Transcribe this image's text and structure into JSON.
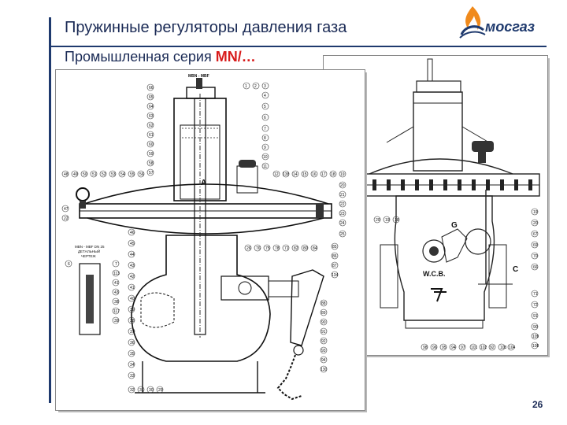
{
  "header": {
    "title": "Пружинные регуляторы давления газа",
    "subtitle_prefix": "Промышленная серия ",
    "subtitle_series": "MN/…"
  },
  "logo": {
    "text": "мосгаз",
    "icon": "flame-icon"
  },
  "page_number": "26",
  "drawing_left": {
    "header_label": "MBN - MBF",
    "section_label": "A",
    "detail_caption": [
      "MBN - MBF DN 25",
      "ДЕТАЛЬНЫЙ",
      "ЧЕРТЕЖ"
    ],
    "callouts_left": [
      "66",
      "65",
      "64",
      "63",
      "62",
      "61",
      "60",
      "59",
      "58",
      "57",
      "56",
      "55",
      "54",
      "53",
      "52",
      "51",
      "50",
      "49",
      "48"
    ],
    "callouts_top_right": [
      "1",
      "2",
      "3",
      "4",
      "5",
      "6",
      "7",
      "8",
      "9",
      "10",
      "11",
      "12",
      "138",
      "14",
      "15",
      "16",
      "17",
      "18",
      "19"
    ],
    "callouts_right": [
      "20",
      "21",
      "22",
      "23",
      "24",
      "25",
      "85",
      "86",
      "87",
      "134",
      "88",
      "89",
      "90",
      "91",
      "92",
      "93",
      "94",
      "130"
    ],
    "callouts_mid_row": [
      "26",
      "76",
      "75",
      "78",
      "71",
      "82",
      "80",
      "84"
    ],
    "callouts_lower_left": [
      "46",
      "45",
      "44",
      "43",
      "42",
      "41",
      "40",
      "39",
      "38",
      "37",
      "36",
      "35",
      "34",
      "33",
      "32"
    ],
    "callouts_bottom": [
      "31",
      "30",
      "29"
    ],
    "callouts_detail": [
      "6",
      "7",
      "113",
      "41",
      "43",
      "38",
      "117",
      "39"
    ],
    "callouts_side": [
      "47",
      "22"
    ]
  },
  "drawing_right": {
    "section_g": "G",
    "section_c": "C",
    "stamp": "W.C.B.",
    "callouts_right": [
      "19",
      "20",
      "67",
      "69",
      "70",
      "66",
      "71",
      "72",
      "91",
      "90",
      "109",
      "108"
    ],
    "callouts_bottom": [
      "98",
      "96",
      "95",
      "94",
      "97",
      "101",
      "102",
      "92",
      "103",
      "104"
    ],
    "callouts_left": [
      "20",
      "19",
      "18"
    ]
  }
}
